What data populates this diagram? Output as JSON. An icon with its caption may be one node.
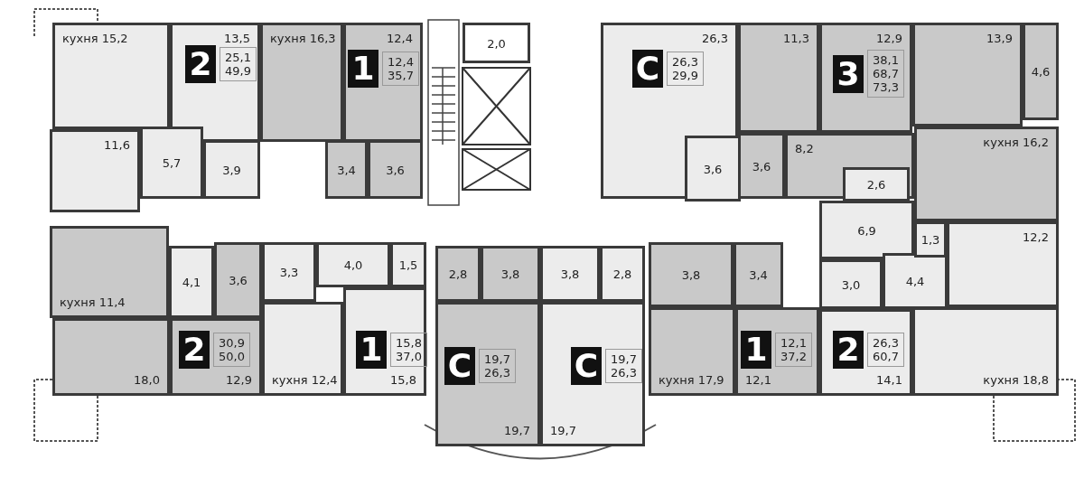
{
  "diagram": {
    "nodes": [
      {
        "text": [
          "кухня 15,2"
        ]
      },
      {
        "text": [
          "13,5"
        ]
      },
      {
        "text": [
          "кухня 16,3"
        ]
      },
      {
        "text": [
          "12,4"
        ]
      },
      {
        "text": [
          "11,6"
        ]
      },
      {
        "text": [
          "5,7"
        ]
      },
      {
        "text": [
          "3,9"
        ]
      },
      {
        "text": [
          "3,4"
        ]
      },
      {
        "text": [
          "3,6"
        ]
      },
      {
        "text": [
          "2,0"
        ]
      },
      {
        "text": [
          "26,3"
        ]
      },
      {
        "text": [
          "11,3"
        ]
      },
      {
        "text": [
          "12,9"
        ]
      },
      {
        "text": [
          "13,9"
        ]
      },
      {
        "text": [
          "4,6"
        ]
      },
      {
        "text": [
          "3,6"
        ],
        "in": 10
      },
      {
        "text": [
          "3,6"
        ]
      },
      {
        "text": [
          "8,2"
        ]
      },
      {
        "text": [
          "2,6"
        ],
        "in": 17
      },
      {
        "text": [
          "кухня 16,2"
        ]
      },
      {
        "text": [
          "кухня 11,4"
        ]
      },
      {
        "text": [
          "4,1"
        ]
      },
      {
        "text": [
          "3,6"
        ]
      },
      {
        "text": [
          "18,0"
        ]
      },
      {
        "text": [
          "12,9"
        ]
      },
      {
        "text": [
          "3,3"
        ]
      },
      {
        "text": [
          "4,0"
        ]
      },
      {
        "text": [
          "1,5"
        ]
      },
      {
        "text": [
          "кухня 12,4"
        ]
      },
      {
        "text": [
          "15,8"
        ]
      },
      {
        "text": [
          "2,8"
        ]
      },
      {
        "text": [
          "3,8"
        ]
      },
      {
        "text": [
          "19,7"
        ]
      },
      {
        "text": [
          "3,8"
        ]
      },
      {
        "text": [
          "2,8"
        ]
      },
      {
        "text": [
          "19,7"
        ]
      },
      {
        "text": [
          "3,8"
        ]
      },
      {
        "text": [
          "3,4"
        ]
      },
      {
        "text": [
          "кухня 17,9"
        ]
      },
      {
        "text": [
          "12,1"
        ]
      },
      {
        "text": [
          "6,9"
        ]
      },
      {
        "text": [
          "3,0"
        ]
      },
      {
        "text": [
          "4,4"
        ]
      },
      {
        "text": [
          "1,3"
        ]
      },
      {
        "text": [
          "12,2"
        ]
      },
      {
        "text": [
          "14,1"
        ]
      },
      {
        "text": [
          "кухня 18,8"
        ]
      },
      {
        "text": [
          "2",
          "25,1",
          "49,9"
        ],
        "in": 1
      },
      {
        "text": [
          "1",
          "12,4",
          "35,7"
        ],
        "in": 3
      },
      {
        "text": [
          "С",
          "26,3",
          "29,9"
        ],
        "in": 10
      },
      {
        "text": [
          "3",
          "38,1",
          "68,7",
          "73,3"
        ],
        "in": 12
      },
      {
        "text": [
          "2",
          "30,9",
          "50,0"
        ],
        "in": 24
      },
      {
        "text": [
          "1",
          "15,8",
          "37,0"
        ],
        "in": 29
      },
      {
        "text": [
          "С",
          "19,7",
          "26,3"
        ],
        "in": 32
      },
      {
        "text": [
          "С",
          "19,7",
          "26,3"
        ],
        "in": 35
      },
      {
        "text": [
          "1",
          "12,1",
          "37,2"
        ],
        "in": 39
      },
      {
        "text": [
          "2",
          "26,3",
          "60,7"
        ],
        "in": 45
      }
    ]
  }
}
